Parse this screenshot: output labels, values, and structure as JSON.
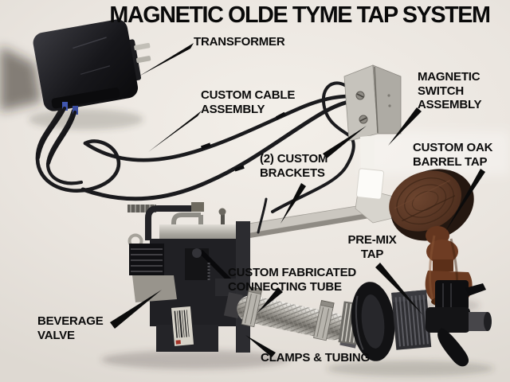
{
  "title": "MAGNETIC OLDE TYME TAP SYSTEM",
  "labels": {
    "transformer": "TRANSFORMER",
    "custom_cable_assembly": "CUSTOM CABLE\nASSEMBLY",
    "magnetic_switch_assembly": "MAGNETIC\nSWITCH\nASSEMBLY",
    "custom_brackets": "(2) CUSTOM\nBRACKETS",
    "custom_oak_barrel_tap": "CUSTOM OAK\nBARREL TAP",
    "pre_mix_tap": "PRE-MIX\nTAP",
    "custom_fabricated_connecting_tube": "CUSTOM FABRICATED\nCONNECTING TUBE",
    "beverage_valve": "BEVERAGE\nVALVE",
    "clamps_and_tubing": "CLAMPS & TUBING"
  },
  "colors": {
    "background": "#EAE5DF",
    "label_text": "#0B0B0B",
    "cable_black": "#1A1A1D",
    "bracket_metal": "#C6C3BC",
    "oak_wood": "#5E3826",
    "tap_black": "#141416"
  }
}
